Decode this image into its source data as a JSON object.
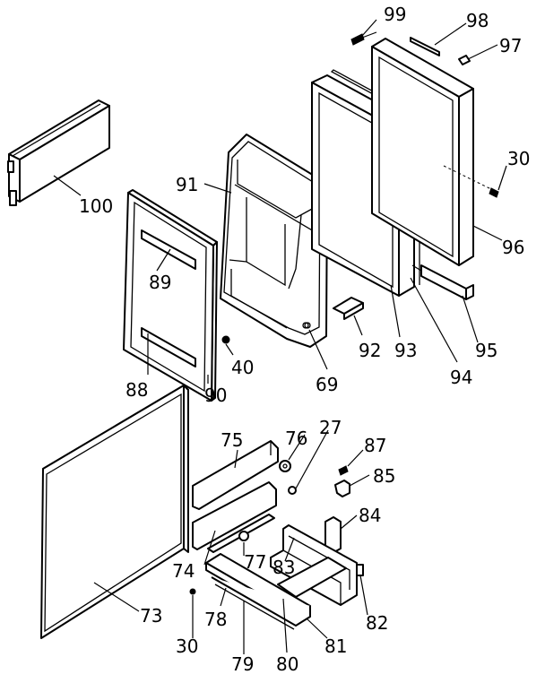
{
  "diagram": {
    "background": "#ffffff",
    "line_color": "#000000",
    "labels": {
      "p99": "99",
      "p98": "98",
      "p97": "97",
      "p30a": "30",
      "p96": "96",
      "p100": "100",
      "p91": "91",
      "p89": "89",
      "p40": "40",
      "p88": "88",
      "p90": "90",
      "p92": "92",
      "p69": "69",
      "p93": "93",
      "p94": "94",
      "p95": "95",
      "p75": "75",
      "p76": "76",
      "p27": "27",
      "p87": "87",
      "p85": "85",
      "p84": "84",
      "p74": "74",
      "p77": "77",
      "p83": "83",
      "p73": "73",
      "p78": "78",
      "p82": "82",
      "p30b": "30",
      "p79": "79",
      "p80": "80",
      "p81": "81"
    }
  }
}
